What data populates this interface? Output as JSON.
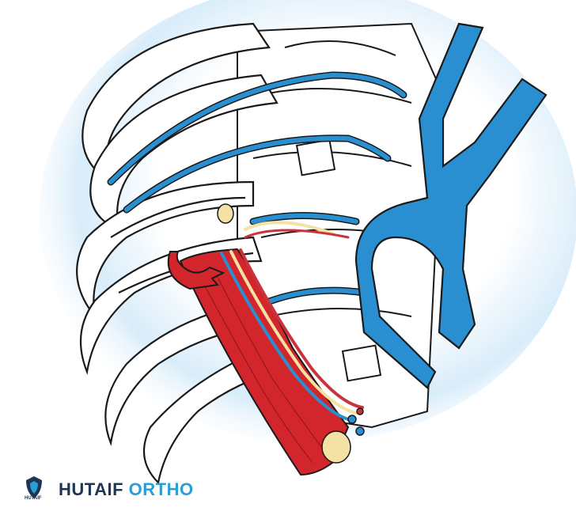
{
  "watermark": {
    "brand_word1": "HUTAIF",
    "brand_word2": "ORTHO",
    "logo_small_text": "HUTAIF"
  },
  "colors": {
    "vein_blue": "#2a8fd0",
    "muscle_red": "#d2262c",
    "nerve_yellow": "#f3e2a4",
    "artery_red": "#c8343b",
    "background_glow": "#cfe8f8",
    "outline": "#1a1a1a",
    "brand_dark": "#1e3553",
    "brand_light": "#2a9fd6"
  }
}
